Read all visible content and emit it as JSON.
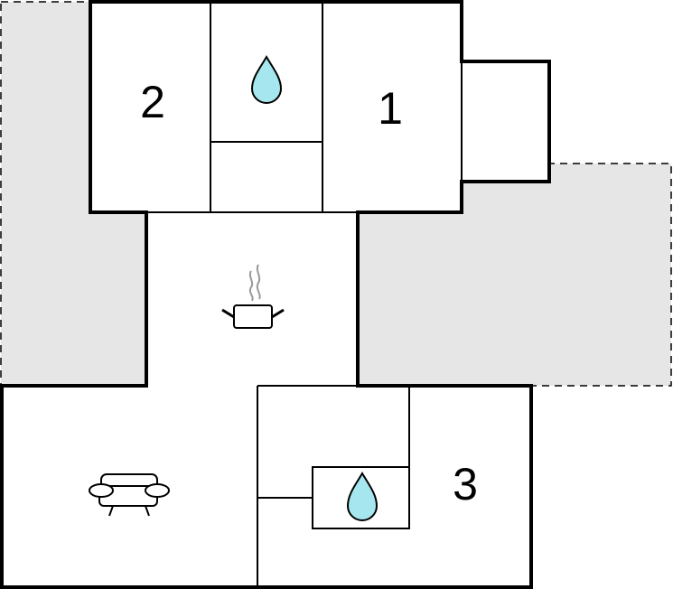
{
  "plan": {
    "room_labels": [
      "2",
      "1",
      "3"
    ],
    "colors": {
      "wall": "#000000",
      "outdoor_fill": "#e6e6e6",
      "water_drop": "#a6e6ee",
      "steam": "#999999"
    },
    "icons": {
      "bathroom_top": "water-drop-icon",
      "kitchen": "cooking-pot-icon",
      "living_room": "sofa-icon",
      "bathroom_bottom": "water-drop-icon"
    }
  }
}
